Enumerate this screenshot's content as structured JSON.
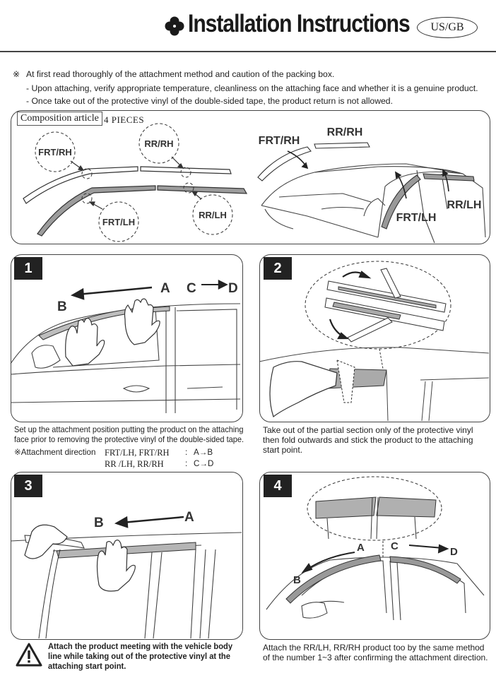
{
  "header": {
    "title": "Installation Instructions",
    "region_badge": "US/GB",
    "logo_icon": "clover-icon"
  },
  "notes": {
    "mark": "※",
    "line1": "At first read thoroughly of the attachment method and caution of the packing box.",
    "line2": "- Upon attaching, verify appropriate temperature, cleanliness on the attaching face and whether it is a genuine product.",
    "line3": "- Once take out of the protective vinyl of the double-sided tape, the product return is not allowed."
  },
  "composition": {
    "label": "Composition article",
    "count": "4 PIECES",
    "parts": [
      "FRT/RH",
      "RR/RH",
      "FRT/LH",
      "RR/LH"
    ],
    "car_labels": [
      "FRT/RH",
      "RR/RH",
      "FRT/LH",
      "RR/LH"
    ]
  },
  "steps": [
    {
      "number": "1",
      "labels": [
        "A",
        "C",
        "D",
        "B"
      ],
      "caption_line1": "Set up the attachment position putting the product on the attaching",
      "caption_line2": "face prior to removing the protective vinyl of the double-sided tape.",
      "direction_label": "※Attachment direction",
      "direction_rows": [
        {
          "parts": "FRT/LH, FRT/RH",
          "sep": ":",
          "dir": "A→B"
        },
        {
          "parts": "RR /LH, RR/RH",
          "sep": ":",
          "dir": "C→D"
        }
      ]
    },
    {
      "number": "2",
      "caption_line1": "Take out of the partial section only of the protective vinyl",
      "caption_line2": "then fold outwards and stick the product to the attaching",
      "caption_line3": "start point."
    },
    {
      "number": "3",
      "labels": [
        "B",
        "A"
      ],
      "warning_icon": "warning-triangle-icon",
      "caption_line1": "Attach the product meeting with the vehicle body",
      "caption_line2": "line while taking out of the protective vinyl at the",
      "caption_line3": "attaching start point."
    },
    {
      "number": "4",
      "labels": [
        "A",
        "C",
        "D",
        "B"
      ],
      "caption_line1": "Attach the RR/LH, RR/RH product too by the same method",
      "caption_line2": "of the number 1~3 after confirming the attachment direction."
    }
  ]
}
